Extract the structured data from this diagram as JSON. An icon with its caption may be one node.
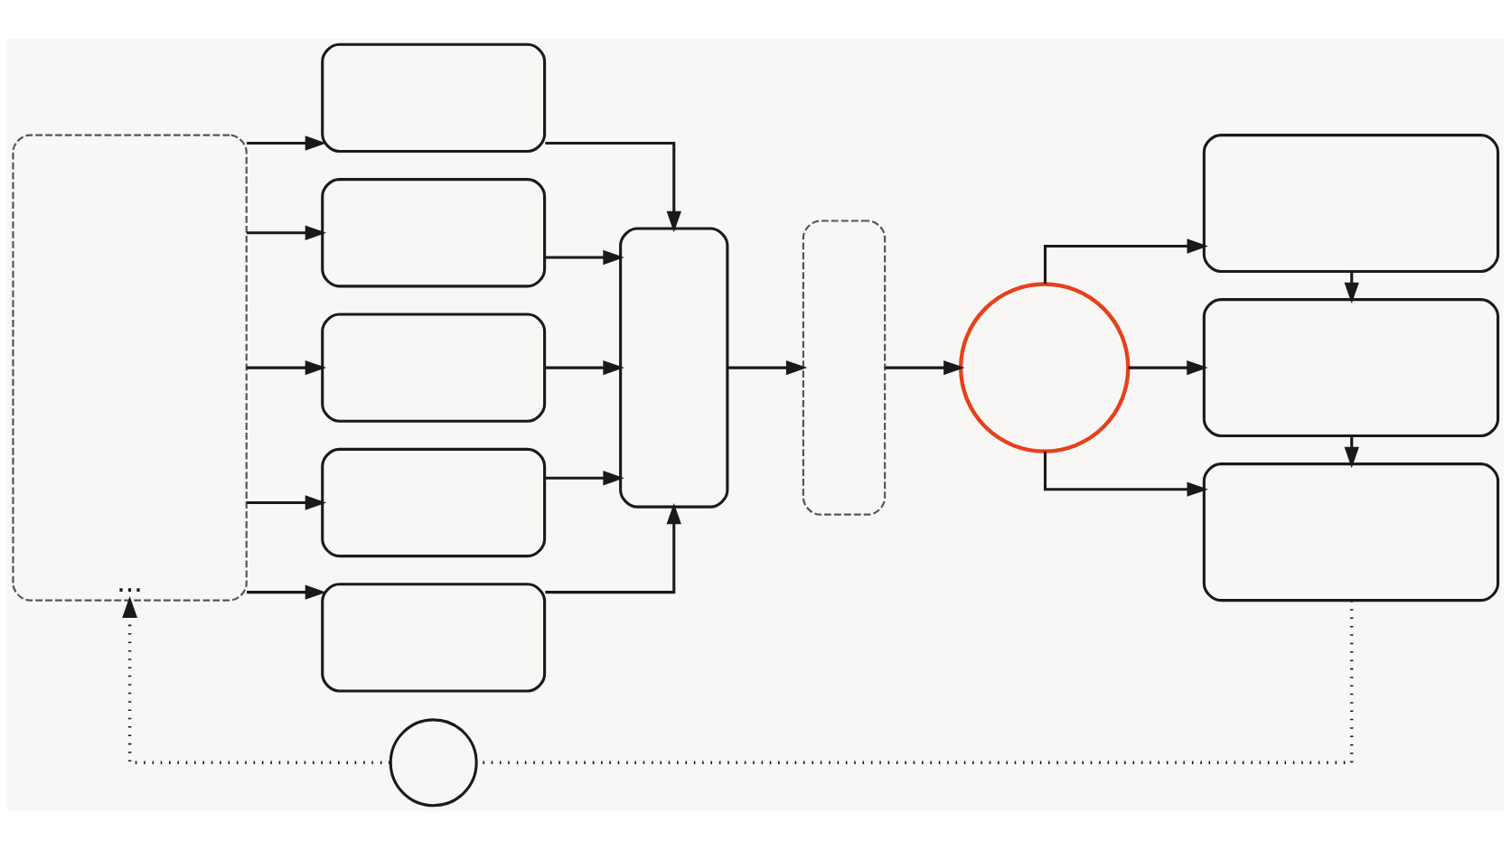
{
  "diagram": {
    "nodes": [
      {
        "text": [
          "..."
        ]
      },
      {
        "text": [],
        "shape": "box"
      },
      {
        "text": [],
        "shape": "box"
      },
      {
        "text": [],
        "shape": "box"
      },
      {
        "text": [],
        "shape": "box"
      },
      {
        "text": [],
        "shape": "box"
      },
      {
        "text": [],
        "shape": "box"
      },
      {
        "text": [],
        "shape": "box"
      },
      {
        "text": [],
        "shape": "circle"
      },
      {
        "text": [],
        "shape": "box"
      },
      {
        "text": [],
        "shape": "box"
      },
      {
        "text": [],
        "shape": "box"
      },
      {
        "text": [],
        "shape": "circle"
      }
    ],
    "edges": [
      {
        "from": 0,
        "to": 1,
        "arrow": "to"
      },
      {
        "from": 0,
        "to": 2,
        "arrow": "to"
      },
      {
        "from": 0,
        "to": 3,
        "arrow": "to"
      },
      {
        "from": 0,
        "to": 4,
        "arrow": "to"
      },
      {
        "from": 0,
        "to": 5,
        "arrow": "to"
      },
      {
        "from": 1,
        "to": 6,
        "arrow": "to"
      },
      {
        "from": 2,
        "to": 6,
        "arrow": "to"
      },
      {
        "from": 3,
        "to": 6,
        "arrow": "to"
      },
      {
        "from": 4,
        "to": 6,
        "arrow": "to"
      },
      {
        "from": 5,
        "to": 6,
        "arrow": "to"
      },
      {
        "from": 6,
        "to": 7,
        "arrow": "to"
      },
      {
        "from": 7,
        "to": 8,
        "arrow": "to"
      },
      {
        "from": 8,
        "to": 9,
        "arrow": "to"
      },
      {
        "from": 8,
        "to": 10,
        "arrow": "to"
      },
      {
        "from": 8,
        "to": 11,
        "arrow": "to"
      },
      {
        "from": 9,
        "to": 10,
        "arrow": "to"
      },
      {
        "from": 10,
        "to": 11,
        "arrow": "to"
      },
      {
        "from": 11,
        "to": 12,
        "arrow": "none",
        "style": "dashed"
      },
      {
        "from": 12,
        "to": 0,
        "arrow": "to",
        "style": "dashed"
      }
    ]
  }
}
